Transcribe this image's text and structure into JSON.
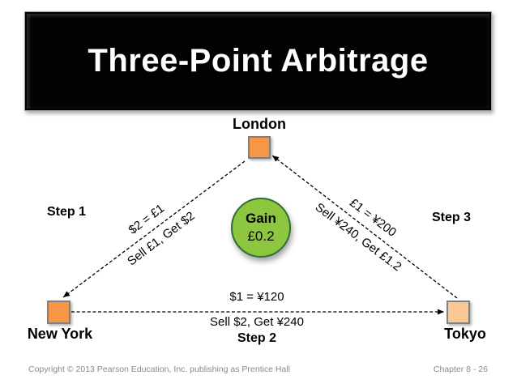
{
  "slide": {
    "title": "Three-Point Arbitrage"
  },
  "diagram": {
    "nodes": [
      {
        "id": "london",
        "label": "London"
      },
      {
        "id": "new-york",
        "label": "New York"
      },
      {
        "id": "tokyo",
        "label": "Tokyo"
      }
    ],
    "edges": [
      {
        "step": "Step 1",
        "from": "London",
        "to": "New York",
        "rate": "$2 = £1",
        "action": "Sell £1, Get $2"
      },
      {
        "step": "Step 2",
        "from": "New York",
        "to": "Tokyo",
        "rate": "$1 = ¥120",
        "action": "Sell $2, Get ¥240"
      },
      {
        "step": "Step 3",
        "from": "Tokyo",
        "to": "London",
        "rate": "£1 = ¥200",
        "action": "Sell ¥240, Get £1.2"
      }
    ],
    "gain": {
      "label": "Gain",
      "value": "£0.2"
    }
  },
  "footer": {
    "copyright": "Copyright © 2013 Pearson Education, Inc. publishing as Prentice Hall",
    "page": "Chapter 8  -  26"
  },
  "colors": {
    "node_orange": "#F79646",
    "node_peach": "#FBC894",
    "gain_green": "#8DC63F",
    "banner_black": "#020202",
    "title_white": "#FFFFFF",
    "line_black": "#000000",
    "footer_gray": "#8A8A8A"
  }
}
